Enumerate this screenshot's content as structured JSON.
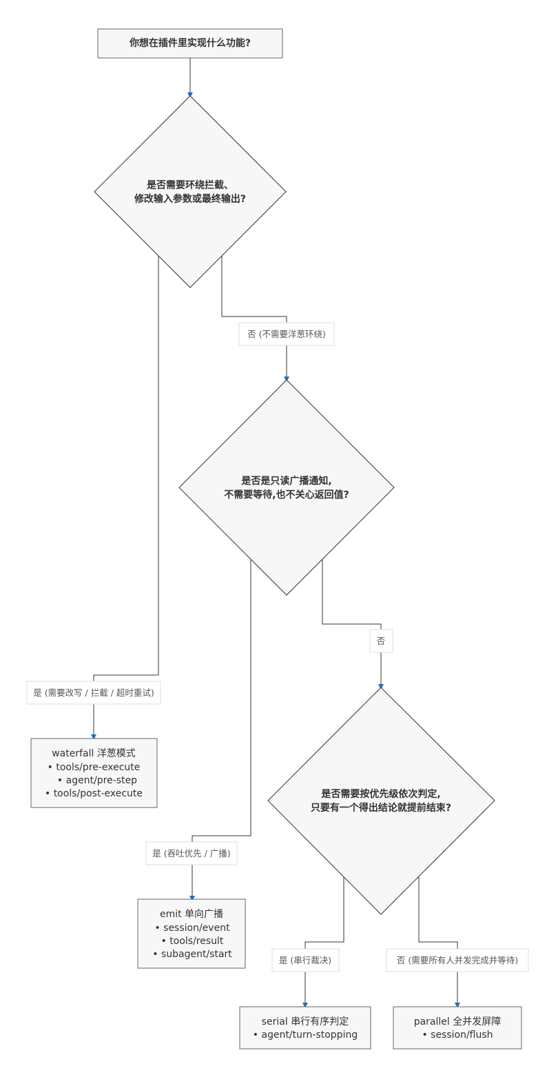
{
  "diagram": {
    "start": {
      "text": "你想在插件里实现什么功能?"
    },
    "q1": {
      "lines": [
        "是否需要环绕拦截、",
        "修改输入参数或最终输出?"
      ]
    },
    "q2": {
      "lines": [
        "是否是只读广播通知,",
        "不需要等待,也不关心返回值?"
      ]
    },
    "q3": {
      "lines": [
        "是否需要按优先级依次判定,",
        "只要有一个得出结论就提前结束?"
      ]
    },
    "waterfall": {
      "title": "waterfall 洋葱模式",
      "items": [
        "• tools/pre-execute",
        "• agent/pre-step",
        "• tools/post-execute"
      ]
    },
    "emit": {
      "title": "emit 单向广播",
      "items": [
        "• session/event",
        "• tools/result",
        "• subagent/start"
      ]
    },
    "serial": {
      "title": "serial 串行有序判定",
      "items": [
        "• agent/turn-stopping"
      ]
    },
    "parallel": {
      "title": "parallel 全并发屏障",
      "items": [
        "• session/flush"
      ]
    },
    "edge_labels": {
      "q1_no": "否 (不需要洋葱环绕)",
      "q1_yes": "是 (需要改写 / 拦截 / 超时重试)",
      "q2_no": "否",
      "q2_yes": "是 (吞吐优先 / 广播)",
      "q3_yes": "是 (串行裁决)",
      "q3_no": "否 (需要所有人并发完成并等待)"
    },
    "colors": {
      "arrow": "#1f6fbf",
      "node_fill": "#f7f7f7",
      "line": "#333333"
    }
  }
}
